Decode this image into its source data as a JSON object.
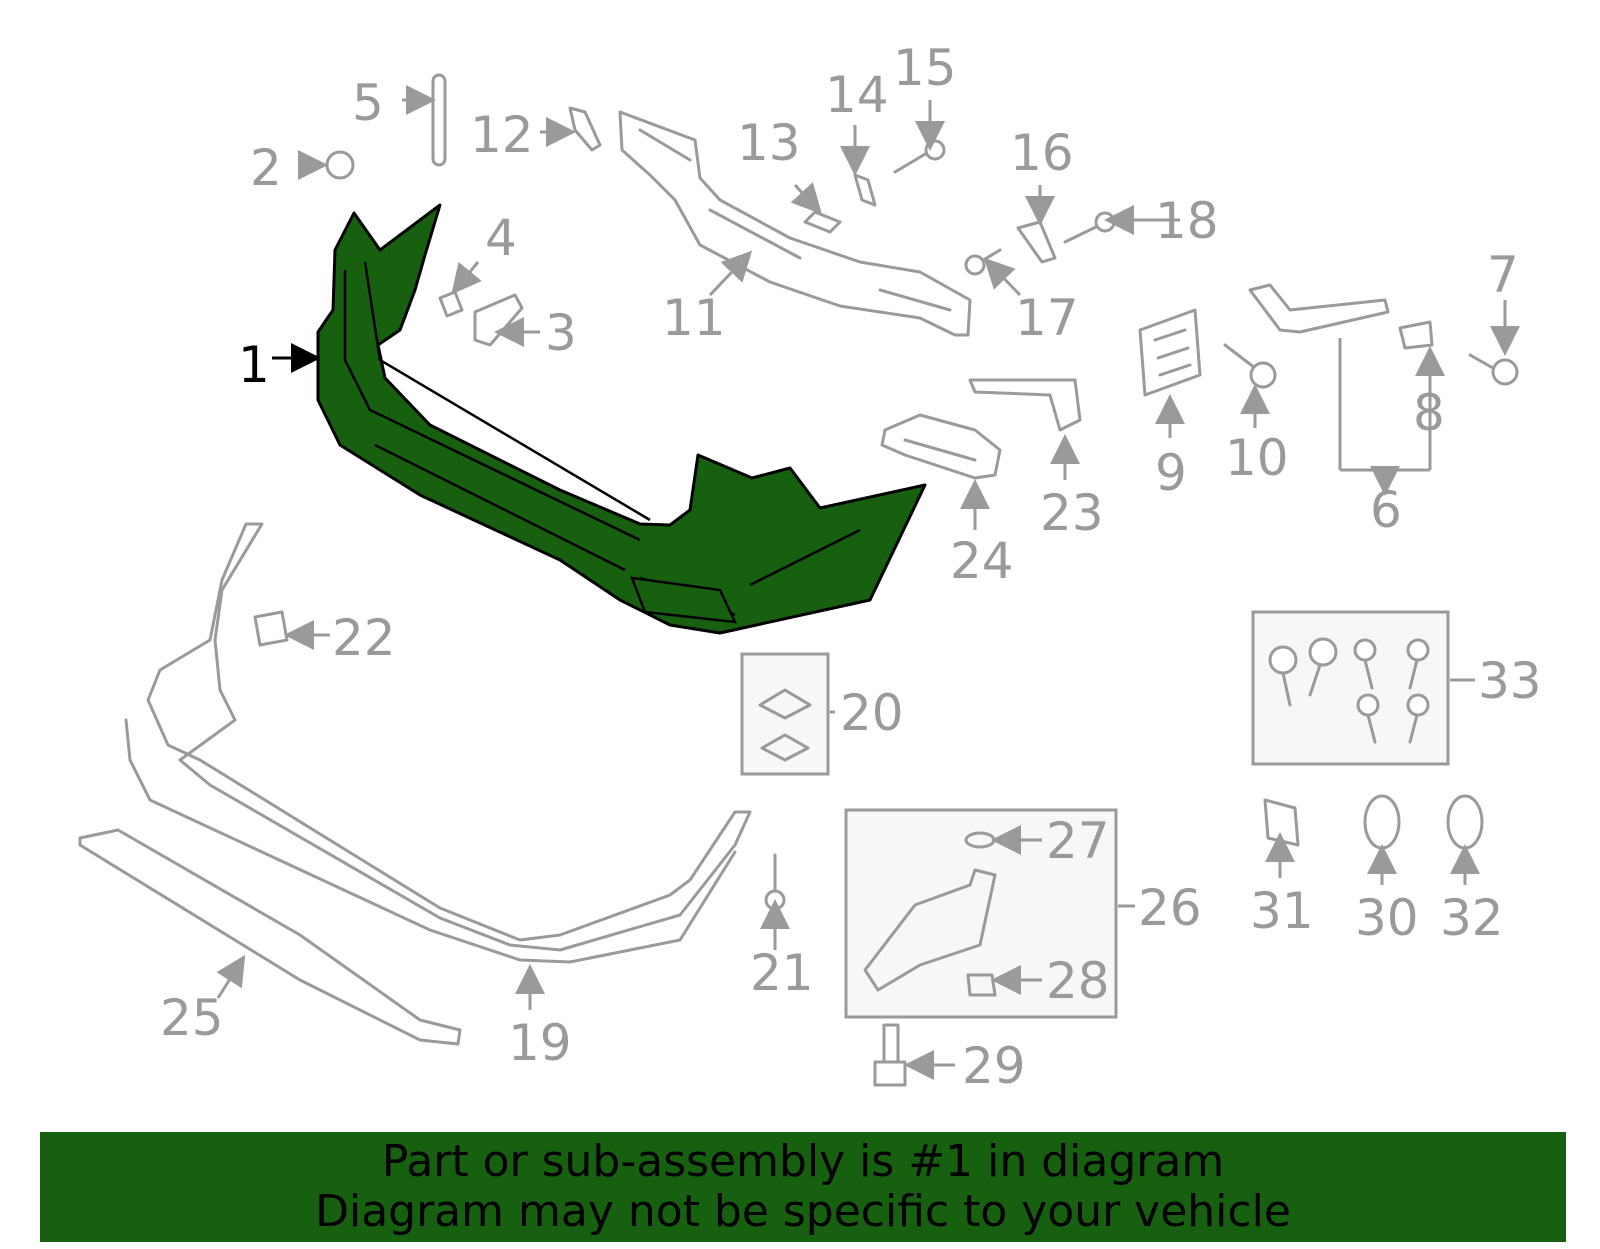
{
  "diagram": {
    "highlight_color": "#166010",
    "part_color": "#9a9a9a",
    "callouts": {
      "c1": "1",
      "c2": "2",
      "c3": "3",
      "c4": "4",
      "c5": "5",
      "c6": "6",
      "c7": "7",
      "c8": "8",
      "c9": "9",
      "c10": "10",
      "c11": "11",
      "c12": "12",
      "c13": "13",
      "c14": "14",
      "c15": "15",
      "c16": "16",
      "c17": "17",
      "c18": "18",
      "c19": "19",
      "c20": "20",
      "c21": "21",
      "c22": "22",
      "c23": "23",
      "c24": "24",
      "c25": "25",
      "c26": "26",
      "c27": "27",
      "c28": "28",
      "c29": "29",
      "c30": "30",
      "c31": "31",
      "c32": "32",
      "c33": "33"
    }
  },
  "banner": {
    "line1": "Part or sub-assembly is #1 in diagram",
    "line2": "Diagram may not be specific to your vehicle",
    "background": "#166010"
  }
}
